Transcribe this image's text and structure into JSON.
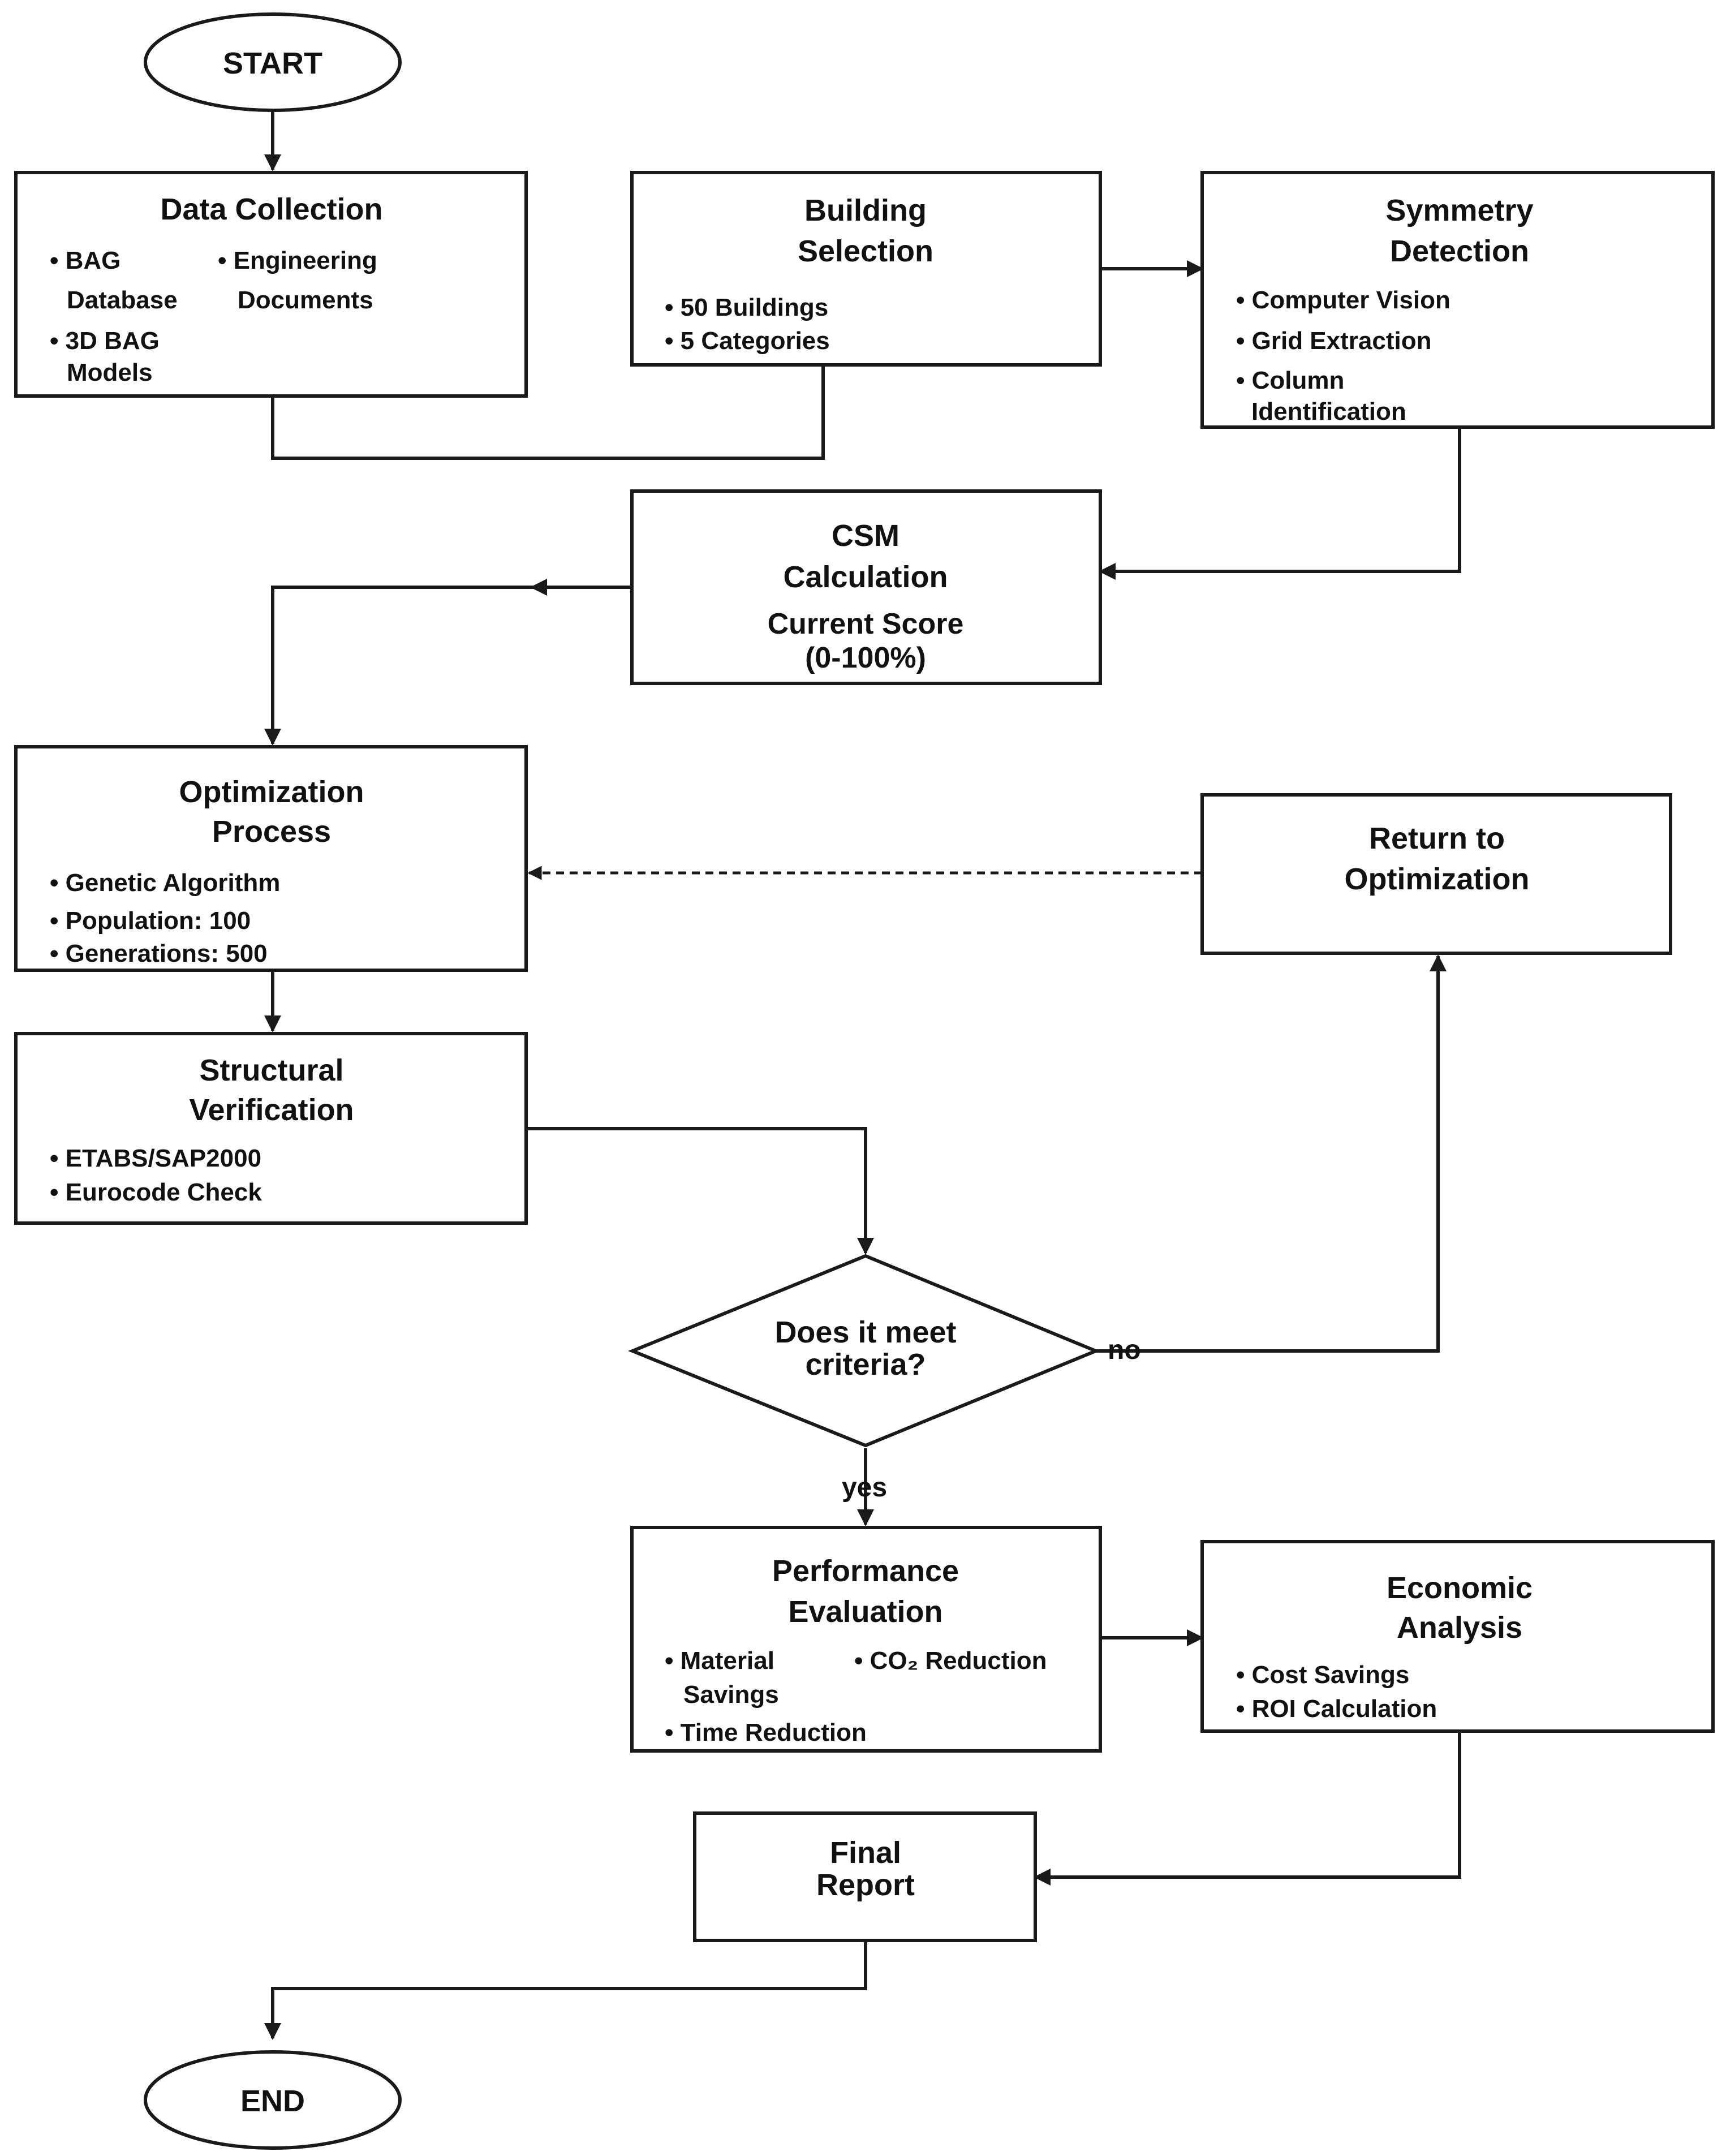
{
  "nodes": {
    "start": {
      "label": "START"
    },
    "data_collection": {
      "title": "Data Collection",
      "bullets": {
        "bag": "• BAG",
        "bag_cont": "Database",
        "eng": "• Engineering",
        "eng_cont": "Documents",
        "bag3d": "• 3D BAG",
        "bag3d_cont": "Models"
      }
    },
    "building_selection": {
      "title_1": "Building",
      "title_2": "Selection",
      "bullets": [
        "• 50 Buildings",
        "• 5 Categories"
      ]
    },
    "symmetry_detection": {
      "title_1": "Symmetry",
      "title_2": "Detection",
      "bullets": [
        "• Computer Vision",
        "• Grid Extraction",
        "• Column",
        "Identification"
      ]
    },
    "csm_calculation": {
      "title_1": "CSM",
      "title_2": "Calculation",
      "sub_1": "Current Score",
      "sub_2": "(0-100%)"
    },
    "optimization_process": {
      "title_1": "Optimization",
      "title_2": "Process",
      "bullets": [
        "• Genetic Algorithm",
        "• Population: 100",
        "• Generations: 500"
      ]
    },
    "return_to_optimization": {
      "title_1": "Return to",
      "title_2": "Optimization"
    },
    "structural_verification": {
      "title_1": "Structural",
      "title_2": "Verification",
      "bullets": [
        "• ETABS/SAP2000",
        "• Eurocode Check"
      ]
    },
    "decision": {
      "line_1": "Does it meet",
      "line_2": "criteria?"
    },
    "performance_evaluation": {
      "title_1": "Performance",
      "title_2": "Evaluation",
      "bullets": {
        "material": "• Material",
        "material_cont": "Savings",
        "co2": "• CO₂ Reduction",
        "time": "• Time Reduction"
      }
    },
    "economic_analysis": {
      "title_1": "Economic",
      "title_2": "Analysis",
      "bullets": [
        "• Cost Savings",
        "• ROI Calculation"
      ]
    },
    "final_report": {
      "title_1": "Final",
      "title_2": "Report"
    },
    "end": {
      "label": "END"
    }
  },
  "edges": {
    "no_label": "no",
    "yes_label": "yes"
  },
  "colors": {
    "stroke": "#1a1a1a",
    "text": "#111111",
    "background": "#ffffff"
  }
}
